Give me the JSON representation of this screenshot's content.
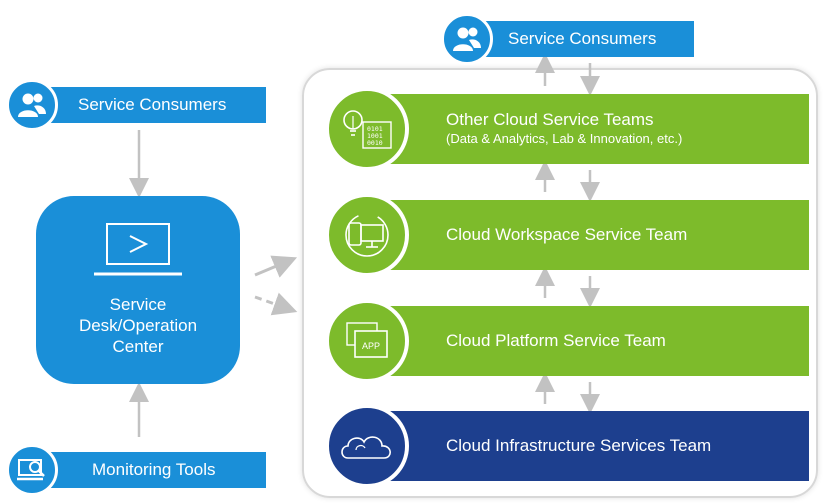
{
  "left": {
    "consumers_label": "Service Consumers",
    "desk_lines": [
      "Service",
      "Desk/Operation",
      "Center"
    ],
    "monitoring_label": "Monitoring Tools"
  },
  "top": {
    "consumers_label": "Service Consumers"
  },
  "teams": [
    {
      "title": "Other Cloud Service Teams",
      "subtitle": "(Data & Analytics, Lab & Innovation, etc.)",
      "color": "#7dbb2b",
      "icon": "lightbulb-data-icon",
      "binary": [
        "0101",
        "1001",
        "0010"
      ]
    },
    {
      "title": "Cloud Workspace Service Team",
      "subtitle": "",
      "color": "#7dbb2b",
      "icon": "devices-icon"
    },
    {
      "title": "Cloud Platform Service Team",
      "subtitle": "",
      "color": "#7dbb2b",
      "icon": "app-icon",
      "icon_text": "APP"
    },
    {
      "title": "Cloud Infrastructure Services Team",
      "subtitle": "",
      "color": "#1d3f8e",
      "icon": "cloud-icon"
    }
  ],
  "colors": {
    "blue": "#1a8fd8",
    "green": "#7dbb2b",
    "navy": "#1d3f8e",
    "arrow": "#c2c2c2"
  }
}
